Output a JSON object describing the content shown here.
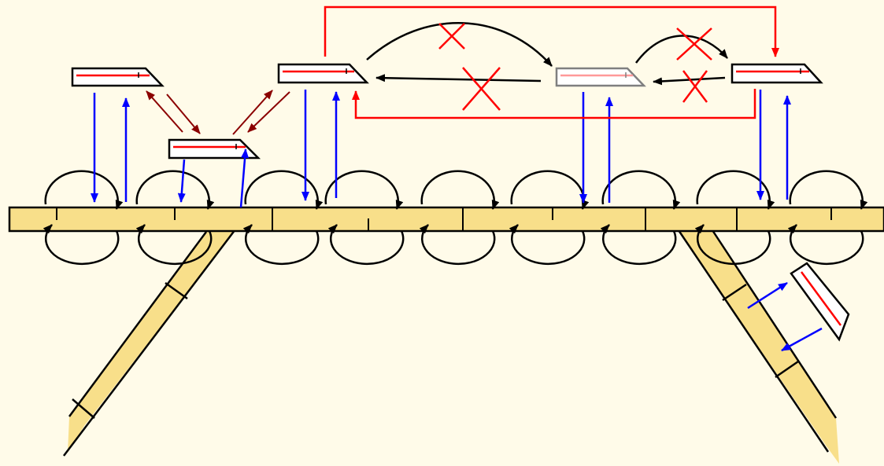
{
  "colors": {
    "background": "#fffbe9",
    "track": "#f8df8a",
    "outline": "#000000",
    "train_fill": "#ffffff",
    "train_stripe": "#ff0000",
    "ghost_outline": "#7f7f7f",
    "ghost_stripe": "#ff9999",
    "blue_arrow": "#0000ff",
    "red_route": "#ff0000",
    "dark_red_arrow": "#8b0000",
    "cross": "#ff0000",
    "black_arrow": "#000000"
  },
  "icons": {
    "train": "train-car-icon",
    "ghost_train": "ghost-train-car-icon",
    "cross": "cross-icon",
    "loop_arrow": "circular-arrow-icon",
    "arrow": "arrow-icon"
  },
  "diagram": {
    "tracks": [
      "main-line",
      "left-branch",
      "right-branch"
    ],
    "trains": [
      "train-a",
      "train-b",
      "train-c",
      "train-ghost",
      "train-d",
      "train-e"
    ],
    "blocked_transitions": 4
  }
}
